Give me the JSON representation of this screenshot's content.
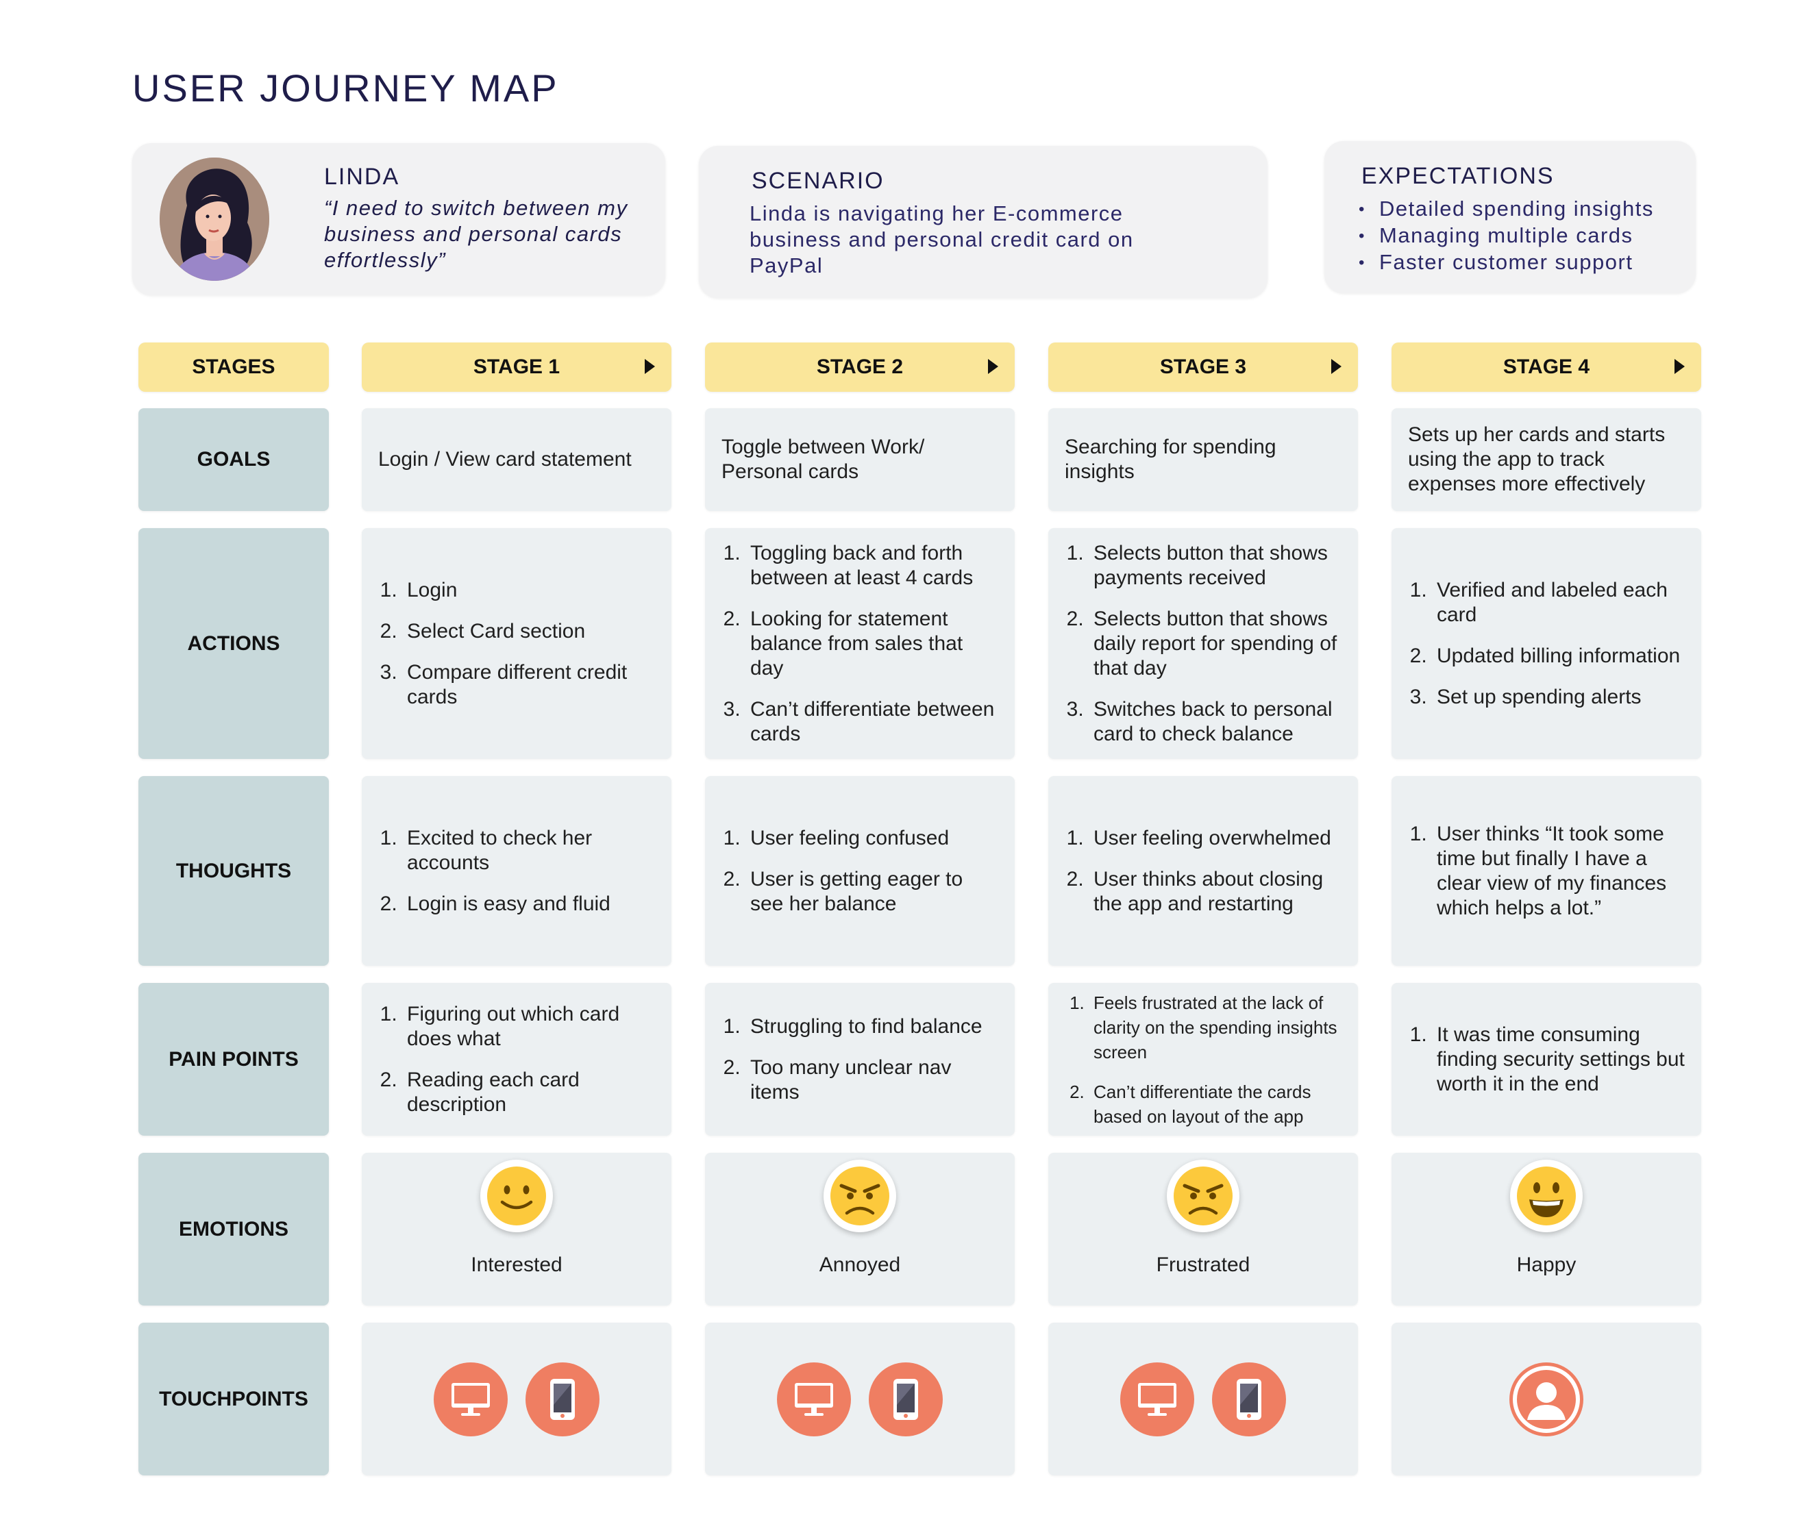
{
  "title": "USER JOURNEY MAP",
  "persona": {
    "name": "LINDA",
    "quote": "“I need to switch between my business and personal cards effortlessly”",
    "avatar_icon": "woman-portrait-icon"
  },
  "scenario": {
    "title": "SCENARIO",
    "text": "Linda is navigating her E-commerce business and personal credit card on PayPal"
  },
  "expectations": {
    "title": "EXPECTATIONS",
    "items": [
      "Detailed spending insights",
      "Managing multiple cards",
      "Faster customer support"
    ]
  },
  "colors": {
    "stage_header": "#fae69a",
    "row_label": "#c8d9db",
    "cell": "#ecf0f2",
    "touchpoint": "#ef7e62",
    "title_text": "#1f1d4a"
  },
  "row_labels": {
    "stages": "STAGES",
    "goals": "GOALS",
    "actions": "ACTIONS",
    "thoughts": "THOUGHTS",
    "pain_points": "PAIN POINTS",
    "emotions": "EMOTIONS",
    "touchpoints": "TOUCHPOINTS"
  },
  "stages": [
    {
      "label": "STAGE 1",
      "goal": "Login / View card statement",
      "actions": [
        "Login",
        "Select Card section",
        "Compare different credit cards"
      ],
      "thoughts": [
        "Excited to check her accounts",
        "Login is easy and fluid"
      ],
      "pain_points": [
        "Figuring out which card does what",
        "Reading each card description"
      ],
      "emotion": {
        "label": "Interested",
        "icon": "slightly-smiling-face-icon"
      },
      "touchpoints": [
        "desktop-icon",
        "mobile-phone-icon"
      ]
    },
    {
      "label": "STAGE 2",
      "goal": "Toggle between Work/ Personal cards",
      "actions": [
        "Toggling back and forth between at least 4 cards",
        "Looking for statement balance from sales that day",
        "Can’t differentiate between cards"
      ],
      "thoughts": [
        "User feeling confused",
        "User is getting eager to see her balance"
      ],
      "pain_points": [
        "Struggling to find balance",
        "Too many unclear nav items"
      ],
      "emotion": {
        "label": "Annoyed",
        "icon": "angry-face-icon"
      },
      "touchpoints": [
        "desktop-icon",
        "mobile-phone-icon"
      ]
    },
    {
      "label": "STAGE 3",
      "goal": "Searching for spending insights",
      "actions": [
        "Selects button that shows payments received",
        "Selects button that shows daily report for spending of that day",
        "Switches back to personal card to check balance"
      ],
      "thoughts": [
        "User feeling overwhelmed",
        "User thinks about closing the app and restarting"
      ],
      "pain_points": [
        "Feels frustrated at the lack of clarity on the spending insights screen",
        "Can’t differentiate the cards based on layout of the app"
      ],
      "emotion": {
        "label": "Frustrated",
        "icon": "angry-face-icon"
      },
      "touchpoints": [
        "desktop-icon",
        "mobile-phone-icon"
      ]
    },
    {
      "label": "STAGE 4",
      "goal": "Sets up her cards and starts using the app to track expenses more effectively",
      "actions": [
        "Verified and labeled each card",
        "Updated billing information",
        "Set up spending alerts"
      ],
      "thoughts": [
        "User thinks “It took some time but finally I have a clear view of my finances which helps a lot.”"
      ],
      "pain_points": [
        "It was time consuming finding security settings but worth it in the end"
      ],
      "emotion": {
        "label": "Happy",
        "icon": "grinning-face-icon"
      },
      "touchpoints": [
        "person-icon"
      ]
    }
  ]
}
